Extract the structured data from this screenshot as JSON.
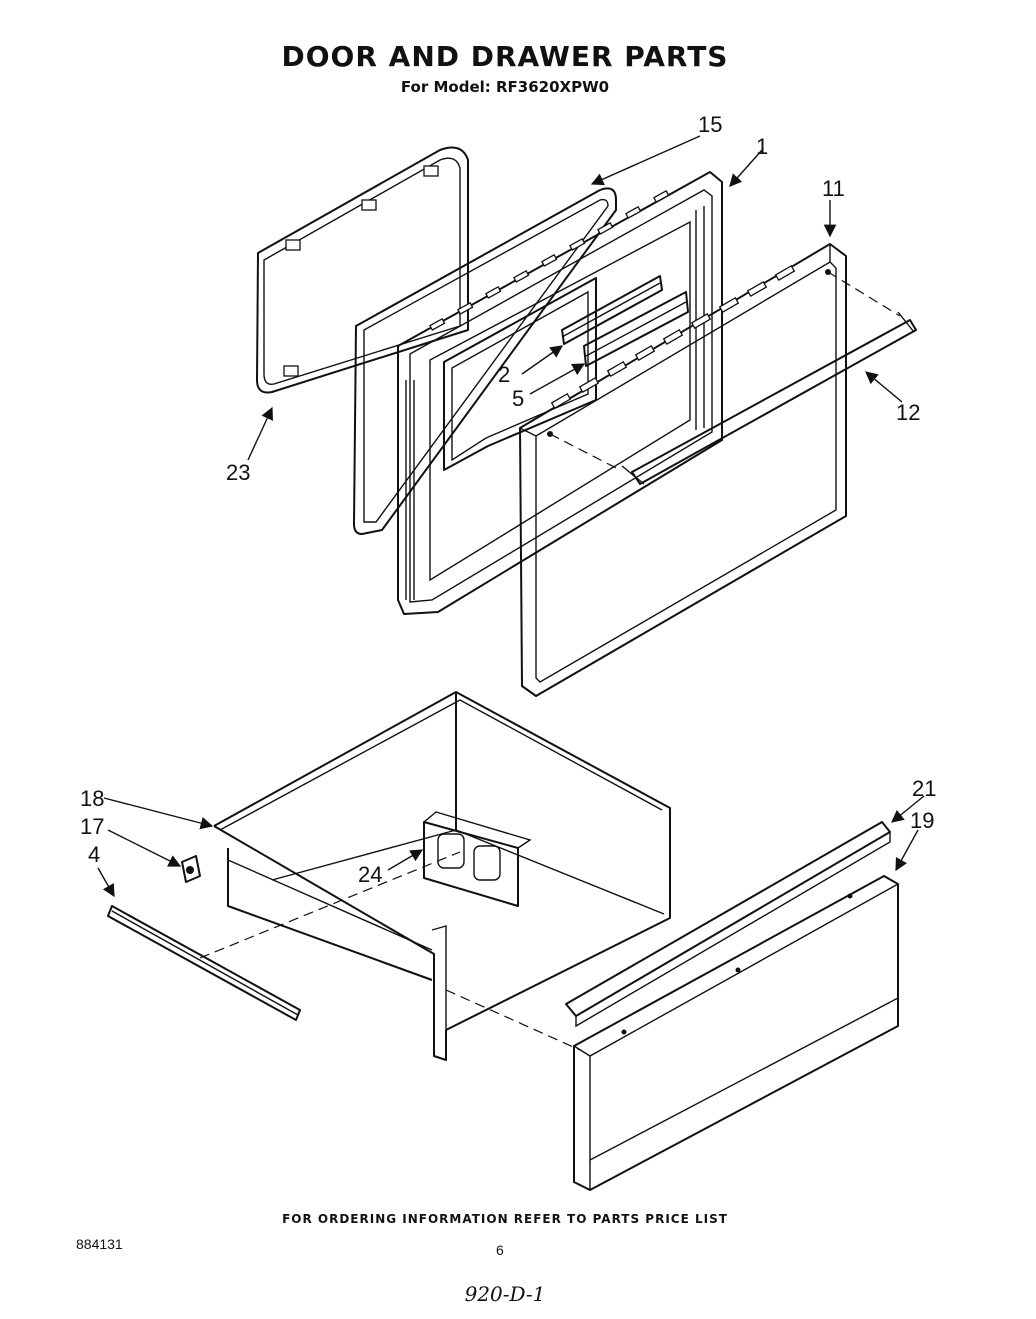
{
  "header": {
    "title": "DOOR AND DRAWER PARTS",
    "model_line": "For Model: RF3620XPW0"
  },
  "callouts": [
    {
      "id": "15",
      "text": "15"
    },
    {
      "id": "1",
      "text": "1"
    },
    {
      "id": "11",
      "text": "11"
    },
    {
      "id": "2",
      "text": "2"
    },
    {
      "id": "5",
      "text": "5"
    },
    {
      "id": "12",
      "text": "12"
    },
    {
      "id": "23",
      "text": "23"
    },
    {
      "id": "18",
      "text": "18"
    },
    {
      "id": "17",
      "text": "17"
    },
    {
      "id": "4",
      "text": "4"
    },
    {
      "id": "24",
      "text": "24"
    },
    {
      "id": "21",
      "text": "21"
    },
    {
      "id": "19",
      "text": "19"
    }
  ],
  "footer": {
    "ordering_note": "FOR ORDERING INFORMATION REFER TO PARTS PRICE LIST",
    "document_number": "884131",
    "page_number": "6",
    "handwritten_note": "920-D-1"
  }
}
